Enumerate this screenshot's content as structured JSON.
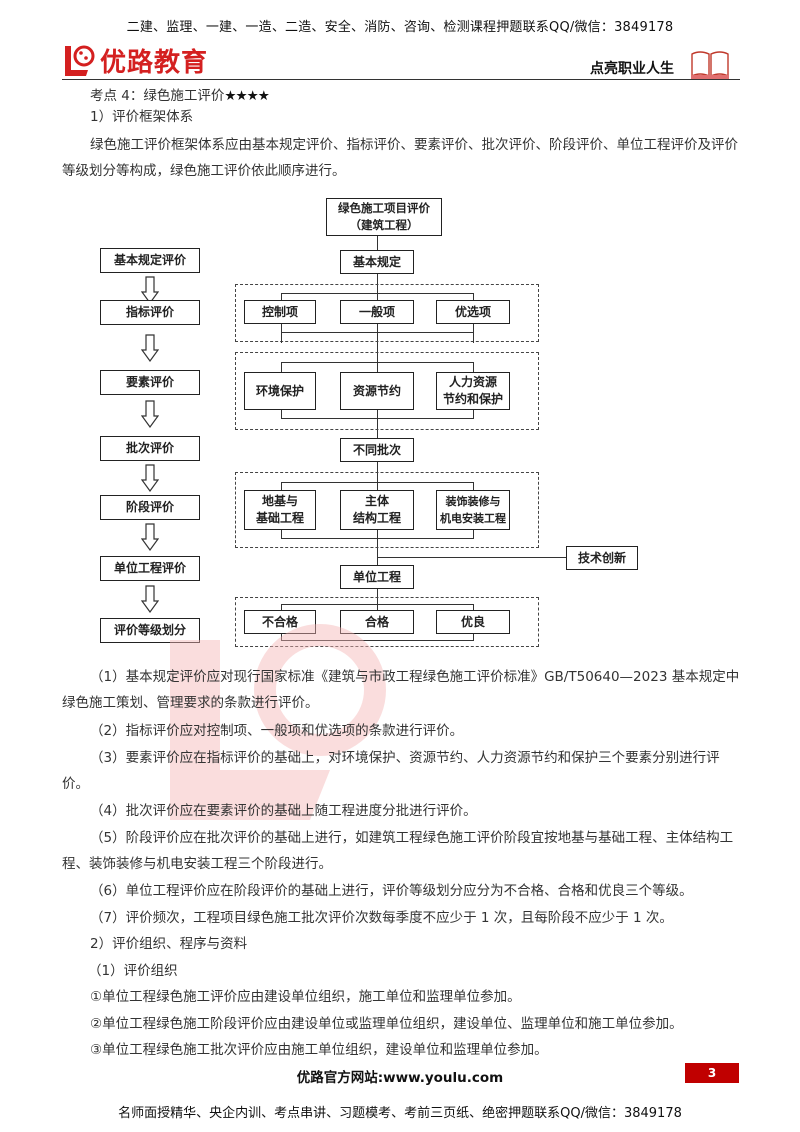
{
  "header": {
    "top_banner": "二建、监理、一建、一造、二造、安全、消防、咨询、检测课程押题联系QQ/微信：3849178",
    "brand_name": "优路教育",
    "slogan": "点亮职业人生",
    "brand_color": "#d42020"
  },
  "section": {
    "title": "考点 4：绿色施工评价",
    "stars": "★★★★",
    "sub1_heading": "1）评价框架体系",
    "intro": "绿色施工评价框架体系应由基本规定评价、指标评价、要素评价、批次评价、阶段评价、单位工程评价及评价等级划分等构成，绿色施工评价依此顺序进行。"
  },
  "diagram": {
    "left_chain": [
      "基本规定评价",
      "指标评价",
      "要素评价",
      "批次评价",
      "阶段评价",
      "单位工程评价",
      "评价等级划分"
    ],
    "root_line1": "绿色施工项目评价",
    "root_line2": "（建筑工程）",
    "basic": "基本规定",
    "group1": [
      "控制项",
      "一般项",
      "优选项"
    ],
    "group2": [
      "环境保护",
      "资源节约",
      "人力资源\n节约和保护"
    ],
    "batch": "不同批次",
    "group3": [
      "地基与\n基础工程",
      "主体\n结构工程",
      "装饰装修与\n机电安装工程"
    ],
    "innovation": "技术创新",
    "unit": "单位工程",
    "group4": [
      "不合格",
      "合格",
      "优良"
    ]
  },
  "items": [
    "（1）基本规定评价应对现行国家标准《建筑与市政工程绿色施工评价标准》GB/T50640—2023 基本规定中绿色施工策划、管理要求的条款进行评价。",
    "（2）指标评价应对控制项、一般项和优选项的条款进行评价。",
    "（3）要素评价应在指标评价的基础上，对环境保护、资源节约、人力资源节约和保护三个要素分别进行评价。",
    "（4）批次评价应在要素评价的基础上随工程进度分批进行评价。",
    "（5）阶段评价应在批次评价的基础上进行，如建筑工程绿色施工评价阶段宜按地基与基础工程、主体结构工程、装饰装修与机电安装工程三个阶段进行。",
    "（6）单位工程评价应在阶段评价的基础上进行，评价等级划分应分为不合格、合格和优良三个等级。",
    "（7）评价频次，工程项目绿色施工批次评价次数每季度不应少于 1 次，且每阶段不应少于 1 次。"
  ],
  "section2": {
    "heading": "2）评价组织、程序与资料",
    "sub_heading": "（1）评价组织",
    "list": [
      "①单位工程绿色施工评价应由建设单位组织，施工单位和监理单位参加。",
      "②单位工程绿色施工阶段评价应由建设单位或监理单位组织，建设单位、监理单位和施工单位参加。",
      "③单位工程绿色施工批次评价应由施工单位组织，建设单位和监理单位参加。"
    ]
  },
  "footer": {
    "site": "优路官方网站:www.youlu.com",
    "page_number": "3",
    "bottom_banner": "名师面授精华、央企内训、考点串讲、习题模考、考前三页纸、绝密押题联系QQ/微信：3849178",
    "page_badge_color": "#c00000"
  }
}
